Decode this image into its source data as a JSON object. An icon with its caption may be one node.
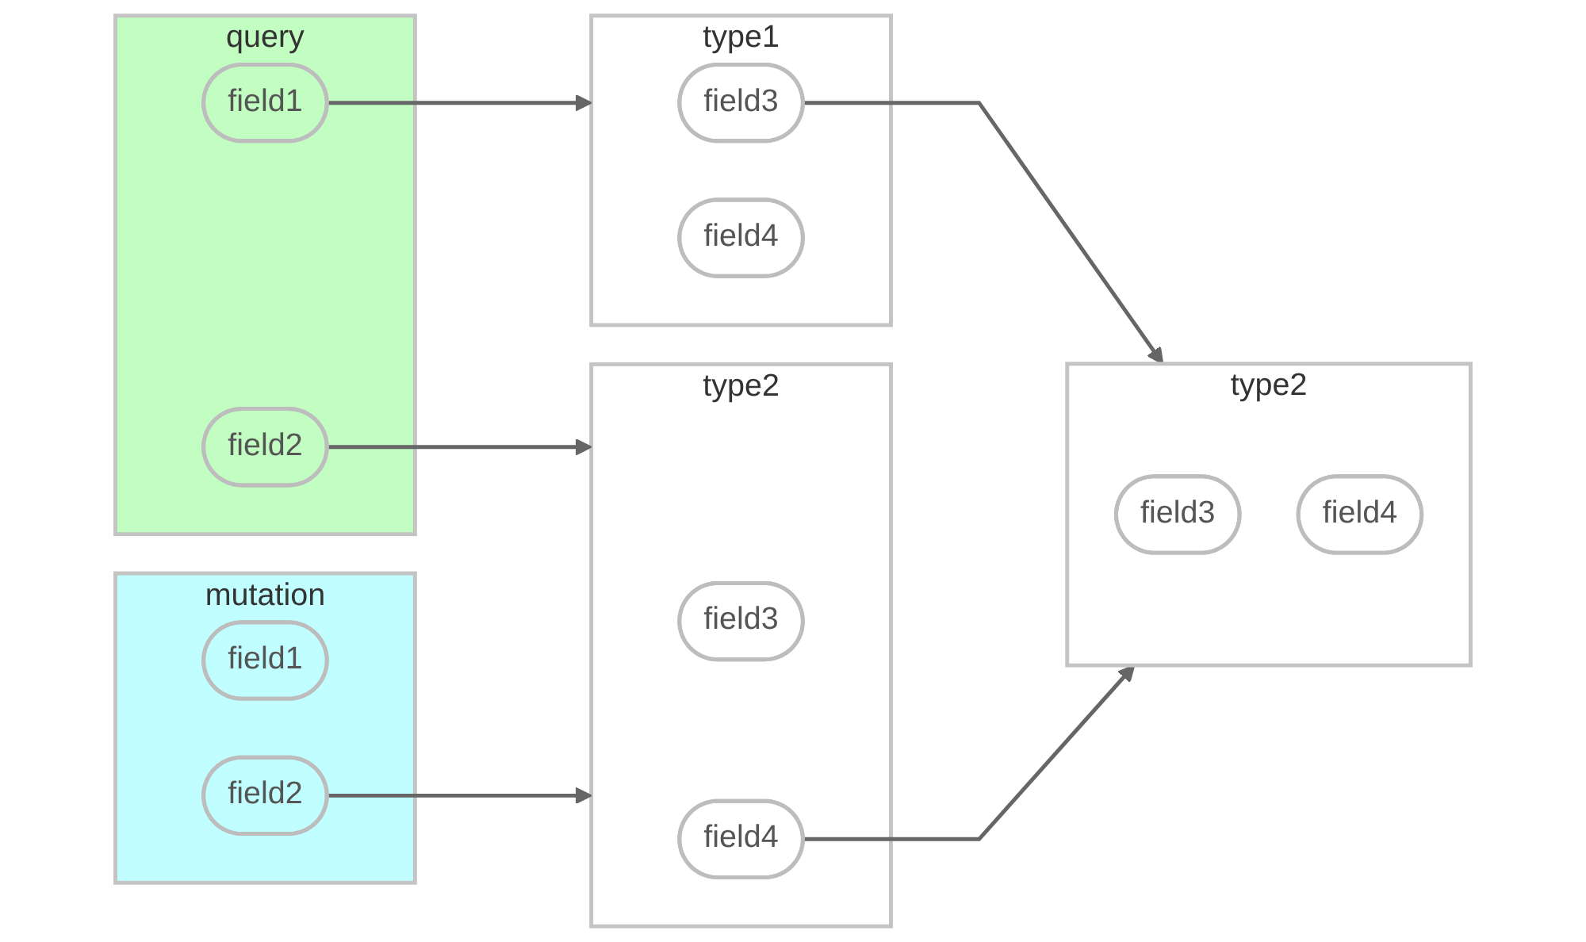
{
  "diagram": {
    "nodes": [
      {
        "text": [
          "query"
        ]
      },
      {
        "text": [
          "field1"
        ],
        "in": 0
      },
      {
        "text": [
          "field2"
        ],
        "in": 0
      },
      {
        "text": [
          "mutation"
        ]
      },
      {
        "text": [
          "field1"
        ],
        "in": 3
      },
      {
        "text": [
          "field2"
        ],
        "in": 3
      },
      {
        "text": [
          "type1"
        ]
      },
      {
        "text": [
          "field3"
        ],
        "in": 6
      },
      {
        "text": [
          "field4"
        ],
        "in": 6
      },
      {
        "text": [
          "type2"
        ]
      },
      {
        "text": [
          "field3"
        ],
        "in": 9
      },
      {
        "text": [
          "field4"
        ],
        "in": 9
      },
      {
        "text": [
          "type2"
        ]
      },
      {
        "text": [
          "field3"
        ],
        "in": 12
      },
      {
        "text": [
          "field4"
        ],
        "in": 12
      }
    ],
    "edges": [
      {
        "from": 1,
        "to": 6,
        "arrow": "to"
      },
      {
        "from": 2,
        "to": 9,
        "arrow": "to"
      },
      {
        "from": 5,
        "to": 9,
        "arrow": "to"
      },
      {
        "from": 7,
        "to": 12,
        "arrow": "to"
      },
      {
        "from": 11,
        "to": 12,
        "arrow": "to"
      }
    ]
  }
}
